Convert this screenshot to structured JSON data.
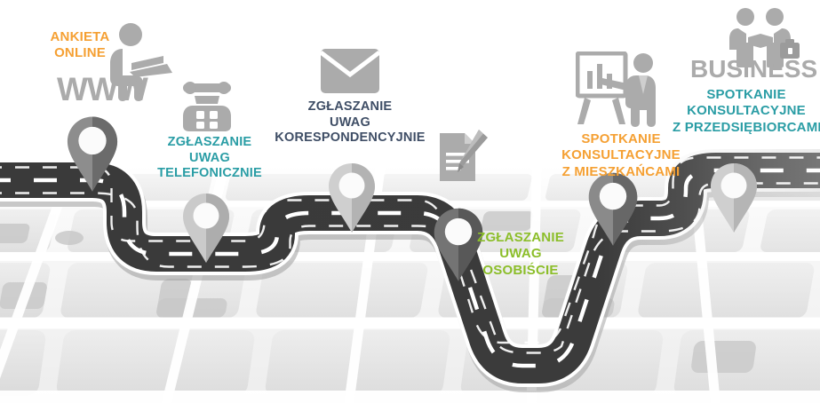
{
  "graphic": {
    "title": "Formy konsultacji spolecznych - mapa drogowa",
    "background": {
      "name": "stylized-city-map",
      "base_color": "#f2f2f2",
      "block_color": "#e2e2e2",
      "block_color_dark": "#cfcfcf",
      "street_color": "#ffffff"
    },
    "road": {
      "name": "winding-road-path",
      "surface_color": "#3b3b3b",
      "surface_color_faded": "#6f6f6f",
      "edge_color": "#ffffff",
      "dash_color": "#ffffff",
      "shadow_color": "#b9b9b9"
    }
  },
  "colors": {
    "orange": "#F5A033",
    "teal": "#2A9DA5",
    "navy": "#3F4E66",
    "green": "#8CBE2A",
    "gray_icon": "#AFAFAF",
    "gray_icon_dark": "#9B9B9B",
    "pin_light": "#C9C9C9",
    "pin_mid": "#9E9E9E",
    "pin_dark": "#6E6E6E",
    "pin_darker": "#5A5A5A"
  },
  "stations": [
    {
      "id": "ankieta-online",
      "icon_name": "person-at-laptop-icon",
      "wordmark": "WWW",
      "wordmark_color": "#AFAFAF",
      "label_color": "#F5A033",
      "label_lines": [
        "ANKIETA",
        "ONLINE"
      ],
      "pin_name": "map-pin-marker-1",
      "pin_shade": "dark"
    },
    {
      "id": "zglaszanie-uwag-telefonicznie",
      "icon_name": "telephone-icon",
      "wordmark": "",
      "label_color": "#2A9DA5",
      "label_lines": [
        "ZGŁASZANIE",
        "UWAG",
        "TELEFONICZNIE"
      ],
      "pin_name": "map-pin-marker-2",
      "pin_shade": "light"
    },
    {
      "id": "zglaszanie-uwag-korespondencyjnie",
      "icon_name": "envelope-icon",
      "wordmark": "",
      "label_color": "#3F4E66",
      "label_lines": [
        "ZGŁASZANIE",
        "UWAG",
        "KORESPONDENCYJNIE"
      ],
      "pin_name": "map-pin-marker-3",
      "pin_shade": "light"
    },
    {
      "id": "zglaszanie-uwag-osobiscie",
      "icon_name": "document-with-pencil-icon",
      "wordmark": "",
      "label_color": "#8CBE2A",
      "label_lines": [
        "ZGŁASZANIE",
        "UWAG",
        "OSOBIŚCIE"
      ],
      "pin_name": "map-pin-marker-4",
      "pin_shade": "darker"
    },
    {
      "id": "spotkanie-konsultacyjne-z-mieszkancami",
      "icon_name": "presenter-at-flipchart-icon",
      "wordmark": "",
      "label_color": "#F5A033",
      "label_lines": [
        "SPOTKANIE",
        "KONSULTACYJNE",
        "Z MIESZKAŃCAMI"
      ],
      "pin_name": "map-pin-marker-5",
      "pin_shade": "dark"
    },
    {
      "id": "spotkanie-konsultacyjne-z-przedsiebiorcami",
      "icon_name": "business-handshake-icon",
      "wordmark": "BUSINESS",
      "wordmark_color": "#AFAFAF",
      "label_color": "#2A9DA5",
      "label_lines": [
        "SPOTKANIE",
        "KONSULTACYJNE",
        "Z PRZEDSIĘBIORCAMI"
      ],
      "pin_name": "map-pin-marker-6",
      "pin_shade": "light"
    }
  ],
  "text": {
    "s0_l0": "ANKIETA",
    "s0_l1": "ONLINE",
    "s0_wm": "WWW",
    "s1_l0": "ZGŁASZANIE",
    "s1_l1": "UWAG",
    "s1_l2": "TELEFONICZNIE",
    "s2_l0": "ZGŁASZANIE",
    "s2_l1": "UWAG",
    "s2_l2": "KORESPONDENCYJNIE",
    "s3_l0": "ZGŁASZANIE",
    "s3_l1": "UWAG",
    "s3_l2": "OSOBIŚCIE",
    "s4_l0": "SPOTKANIE",
    "s4_l1": "KONSULTACYJNE",
    "s4_l2": "Z MIESZKAŃCAMI",
    "s5_l0": "SPOTKANIE",
    "s5_l1": "KONSULTACYJNE",
    "s5_l2": "Z PRZEDSIĘBIORCAMI",
    "s5_wm": "BUSINESS"
  }
}
